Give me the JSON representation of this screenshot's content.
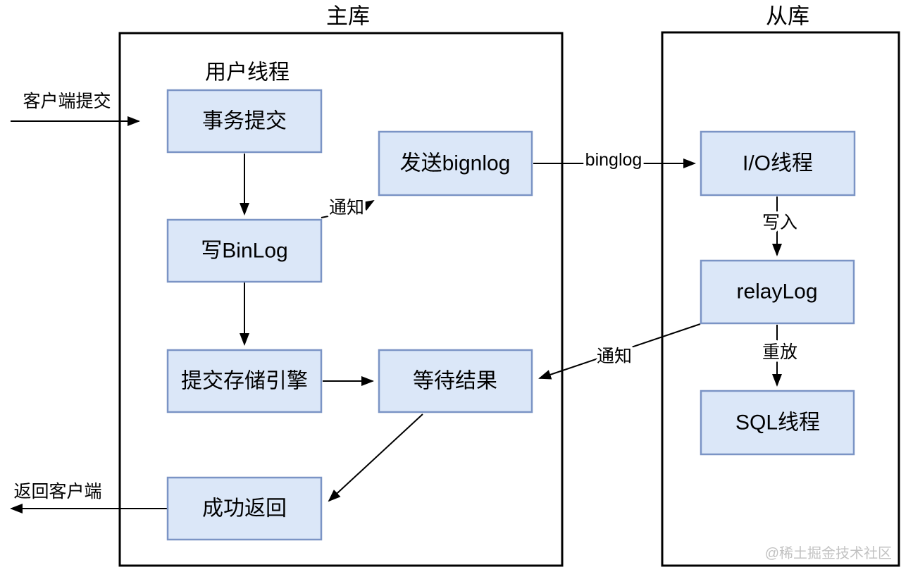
{
  "diagram": {
    "groups": {
      "master": {
        "title": "主库"
      },
      "slave": {
        "title": "从库"
      }
    },
    "annotations": {
      "user_thread": "用户线程"
    },
    "nodes": {
      "transaction_commit": "事务提交",
      "send_binlog": "发送bignlog",
      "write_binlog": "写BinLog",
      "commit_storage_engine": "提交存储引擎",
      "wait_result": "等待结果",
      "success_return": "成功返回",
      "io_thread": "I/O线程",
      "relay_log": "relayLog",
      "sql_thread": "SQL线程"
    },
    "edge_labels": {
      "client_submit": "客户端提交",
      "notify_binlog": "通知",
      "binglog": "binglog",
      "write_in": "写入",
      "replay": "重放",
      "notify_result": "通知",
      "return_client": "返回客户端"
    },
    "watermark": "@稀土掘金技术社区",
    "colors": {
      "node_fill": "#dbe7f8",
      "node_border": "#7b94c5",
      "line": "#000000",
      "watermark": "#c2c2c2"
    }
  }
}
